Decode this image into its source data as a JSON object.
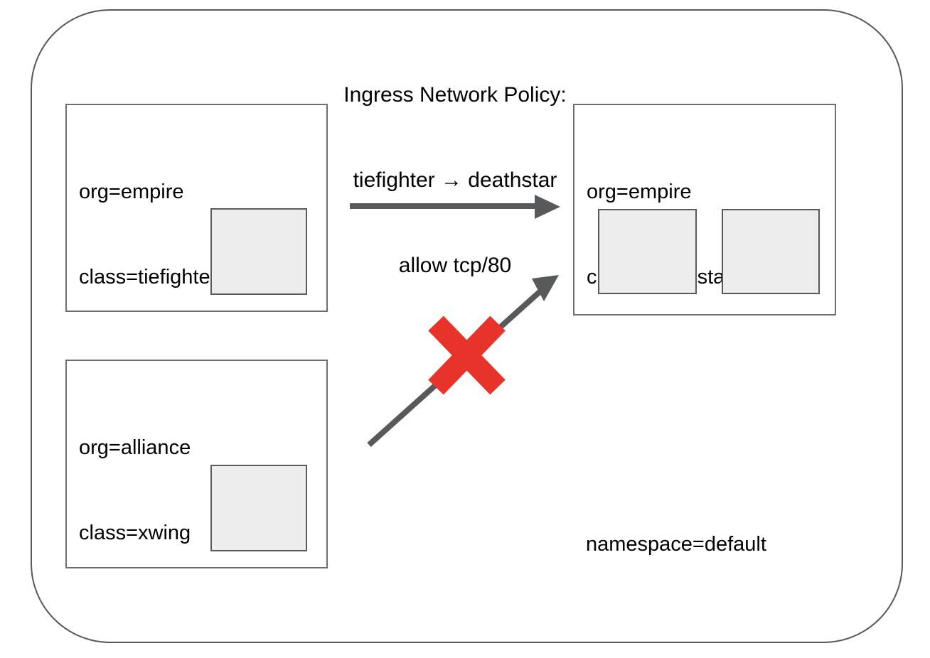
{
  "diagram": {
    "title_lines": [
      "Ingress Network Policy:",
      "tiefighter → deathstar",
      "allow tcp/80"
    ],
    "namespace_label": "namespace=default",
    "colors": {
      "frame_stroke": "#58595b",
      "box_stroke": "#6d6e70",
      "pod_fill": "#ededed",
      "pod_stroke": "#58595b",
      "arrow": "#58595b",
      "deny_x": "#e8332a",
      "background": "#ffffff",
      "text": "#000000"
    },
    "endpoints": [
      {
        "id": "tiefighter",
        "labels": [
          "org=empire",
          "class=tiefighter"
        ],
        "pod_count": 1
      },
      {
        "id": "deathstar",
        "labels": [
          "org=empire",
          "class=deathstar"
        ],
        "pod_count": 2
      },
      {
        "id": "xwing",
        "labels": [
          "org=alliance",
          "class=xwing"
        ],
        "pod_count": 1
      }
    ],
    "flows": [
      {
        "id": "allowed-flow",
        "from": "tiefighter",
        "to": "deathstar",
        "state": "allowed",
        "marker": "arrow"
      },
      {
        "id": "denied-flow",
        "from": "xwing",
        "to": "deathstar",
        "state": "denied",
        "marker": "arrow-with-red-x"
      }
    ]
  }
}
